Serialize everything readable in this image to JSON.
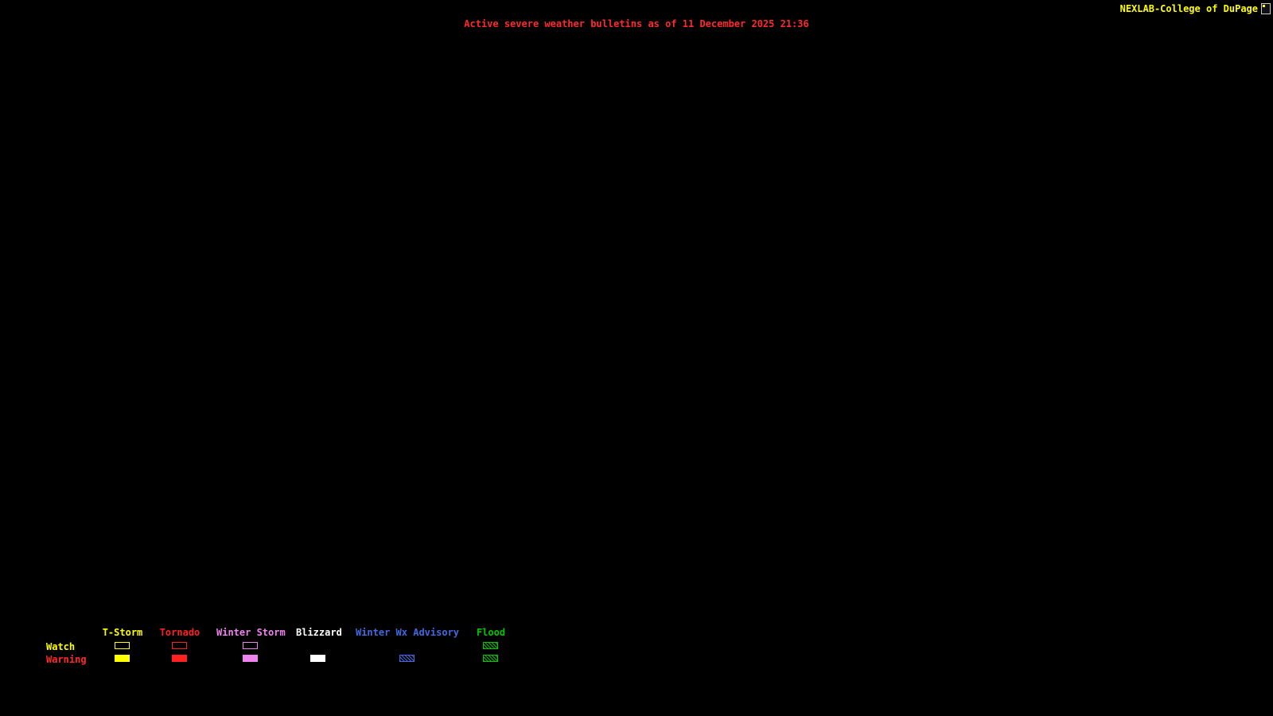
{
  "header": {
    "brand": "NEXLAB-College of DuPage",
    "brand_color": "#ffff00",
    "title": "Active severe weather bulletins as of 11 December 2025 21:36",
    "title_color": "#ff2a2a"
  },
  "legend": {
    "watch_label": "Watch",
    "watch_color": "#ffff00",
    "warning_label": "Warning",
    "warning_color": "#ff2a2a",
    "columns": [
      {
        "label": "T-Storm",
        "color": "#ffff00",
        "watch": "outline",
        "warning": "fill"
      },
      {
        "label": "Tornado",
        "color": "#ff2020",
        "watch": "outline",
        "warning": "fill"
      },
      {
        "label": "Winter Storm",
        "color": "#ee82ee",
        "watch": "outline",
        "warning": "fill"
      },
      {
        "label": "Blizzard",
        "color": "#ffffff",
        "watch": "none",
        "warning": "fill"
      },
      {
        "label": "Winter Wx Advisory",
        "color": "#4169e1",
        "watch": "none",
        "warning": "hatch"
      },
      {
        "label": "Flood",
        "color": "#00c800",
        "watch": "hatch",
        "warning": "hatch"
      }
    ]
  },
  "map": {
    "background": "#000000"
  }
}
